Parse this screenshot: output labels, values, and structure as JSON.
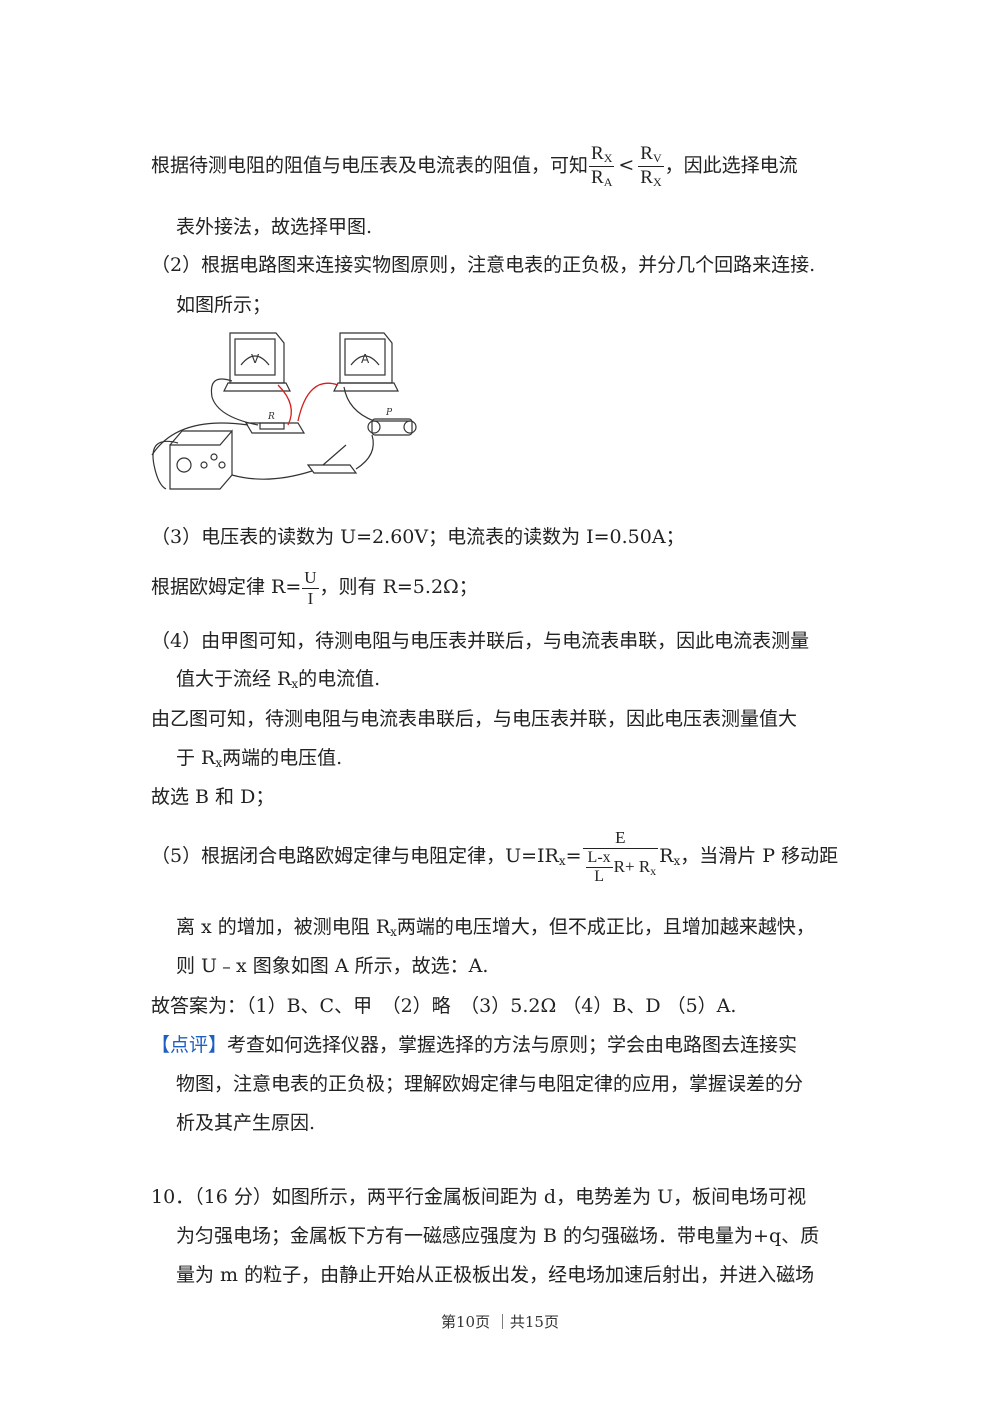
{
  "lines": {
    "l1_a": "根据待测电阻的阻值与电压表及电流表的阻值，可知",
    "l1_b": "，因此选择电流",
    "l2": "表外接法，故选择甲图.",
    "l3": "（2）根据电路图来连接实物图原则，注意电表的正负极，并分几个回路来连接.",
    "l4": "如图所示；",
    "l5": "（3）电压表的读数为 U=2.60V；电流表的读数为 I=0.50A；",
    "l6_a": "根据欧姆定律 R=",
    "l6_b": "，则有 R=5.2Ω；",
    "l7": "（4）由甲图可知，待测电阻与电压表并联后，与电流表串联，因此电流表测量",
    "l8_a": "值大于流经 R",
    "l8_b": "的电流值.",
    "l9": "由乙图可知，待测电阻与电流表串联后，与电压表并联，因此电压表测量值大",
    "l10_a": "于 R",
    "l10_b": "两端的电压值.",
    "l11": "故选 B 和 D；",
    "l12_a": "（5）根据闭合电路欧姆定律与电阻定律，U=IR",
    "l12_b": "=",
    "l12_c": "R",
    "l12_d": "，当滑片 P 移动距",
    "l13_a": "离 x 的增加，被测电阻 R",
    "l13_b": "两端的电压增大，但不成正比，且增加越来越快，",
    "l14": "则 U﹣x 图象如图 A 所示，故选：A.",
    "l15": "故答案为：（1）B、C、甲　（2）略　（3）5.2Ω （4）B、D （5）A.",
    "l16_tag": "【点评】",
    "l16": "考查如何选择仪器，掌握选择的方法与原则；学会由电路图去连接实",
    "l17": "物图，注意电表的正负极；理解欧姆定律与电阻定律的应用，掌握误差的分",
    "l18": "析及其产生原因.",
    "l19": "10．（16 分）如图所示，两平行金属板间距为 d，电势差为 U，板间电场可视",
    "l20": "为匀强电场；金属板下方有一磁感应强度为 B 的匀强磁场．带电量为+q、质",
    "l21": "量为 m 的粒子，由静止开始从正极板出发，经电场加速后射出，并进入磁场"
  },
  "math": {
    "rx": "R",
    "rx_sub": "X",
    "ra": "R",
    "ra_sub": "A",
    "lt": "<",
    "rv": "R",
    "rv_sub": "V",
    "sub_x": "x",
    "u": "U",
    "i": "I",
    "e": "E",
    "lx": "L-x",
    "l": "L",
    "r_plus": "R+ R",
    "r_plus_sub": "x"
  },
  "figure": {
    "v_label": "V",
    "a_label": "A",
    "r_label": "R",
    "p_label": "P"
  },
  "footer": "第10页 ｜共15页"
}
